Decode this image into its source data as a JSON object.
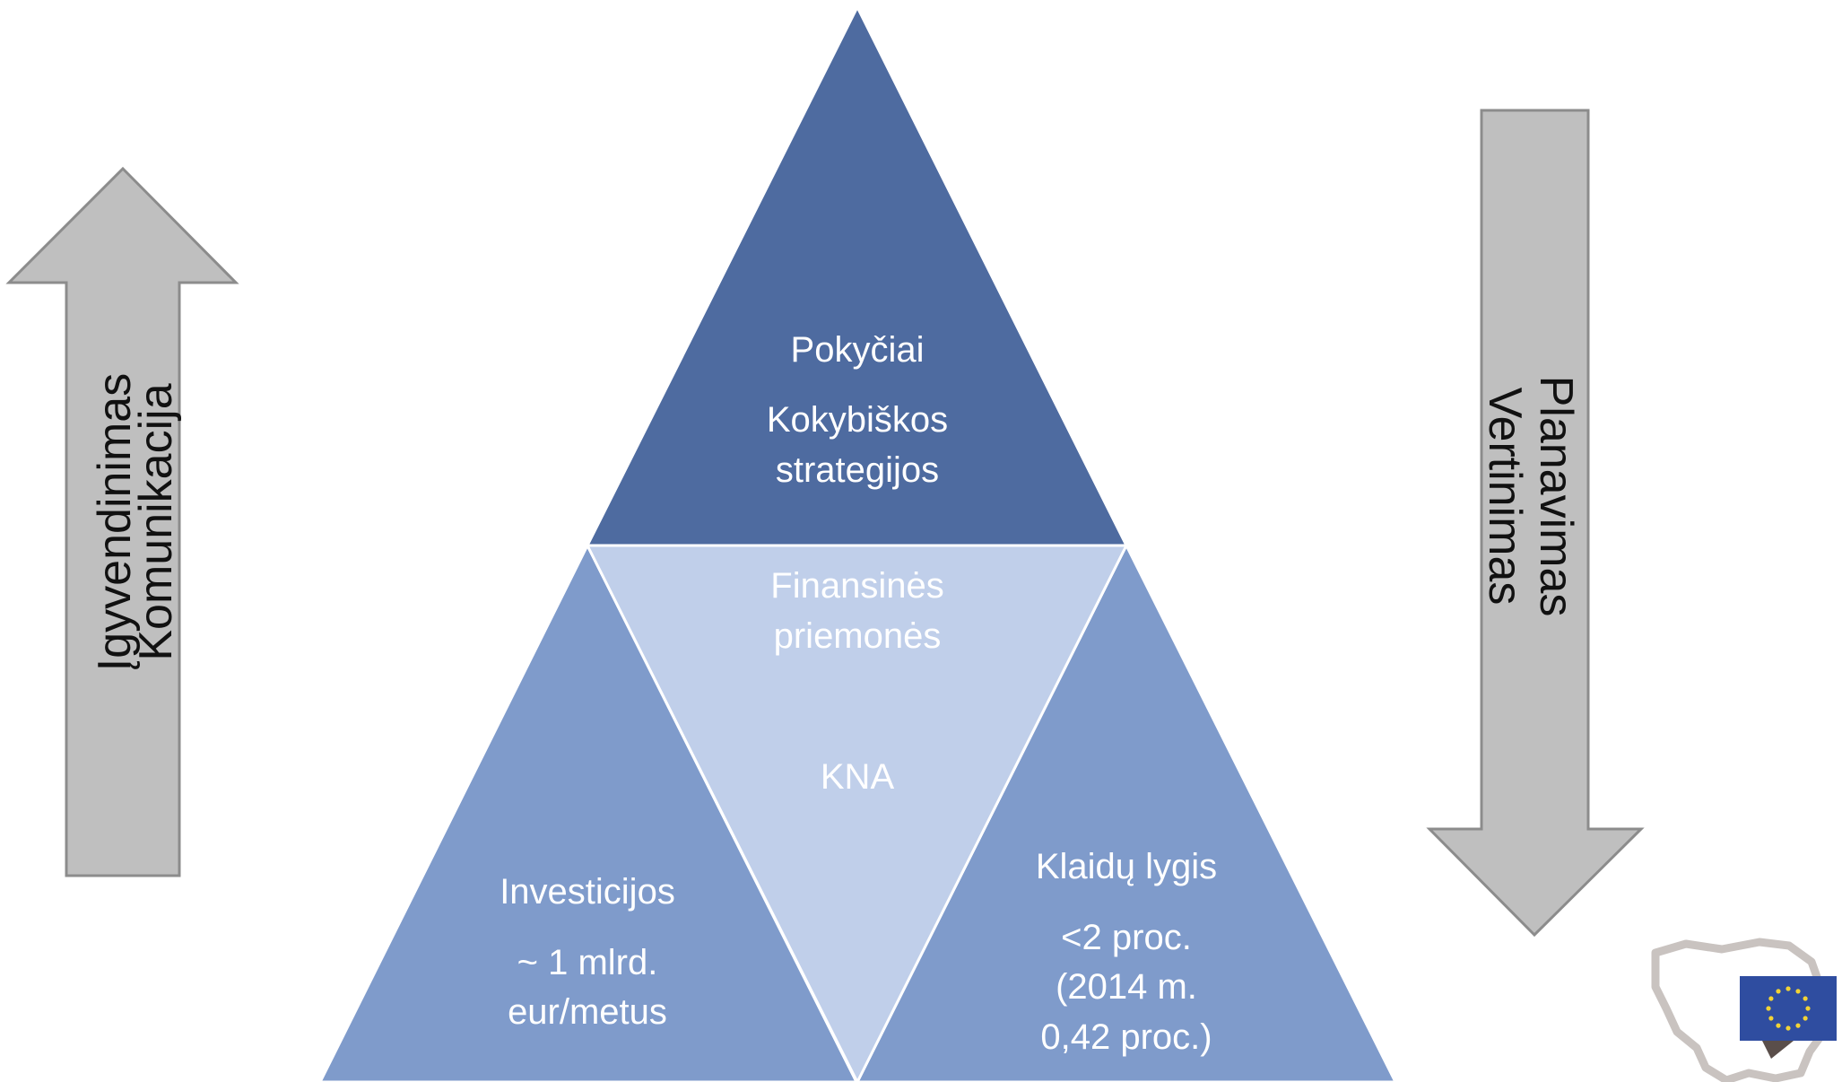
{
  "top_triangle": {
    "title": "Pokyčiai",
    "line1": "Kokybiškos",
    "line2": "strategijos"
  },
  "center_triangle": {
    "line1": "Finansinės",
    "line2": "priemonės",
    "label": "KNA"
  },
  "left_triangle": {
    "title": "Investicijos",
    "line1": "~ 1 mlrd.",
    "line2": "eur/metus"
  },
  "right_triangle": {
    "title": "Klaidų lygis",
    "line1": "<2 proc.",
    "line2": "(2014 m.",
    "line3": "0,42 proc.)"
  },
  "left_arrow": {
    "direction": "up",
    "line1": "Įgyvendinimas",
    "line2": "Komunikacija"
  },
  "right_arrow": {
    "direction": "down",
    "line1": "Planavimas",
    "line2": "Vertinimas"
  },
  "logo": {
    "icon": "lithuania-map-eu-flag-logo"
  },
  "colors": {
    "top_triangle": "#4e6ba0",
    "side_triangles": "#7f9bcb",
    "center_triangle": "#c0cfea",
    "arrows": "#bfbfbf",
    "arrow_stroke": "#8c8c8c",
    "eu_flag": "#2f4da0",
    "eu_stars": "#f2d335",
    "logo_outline": "#c9c3c0"
  }
}
